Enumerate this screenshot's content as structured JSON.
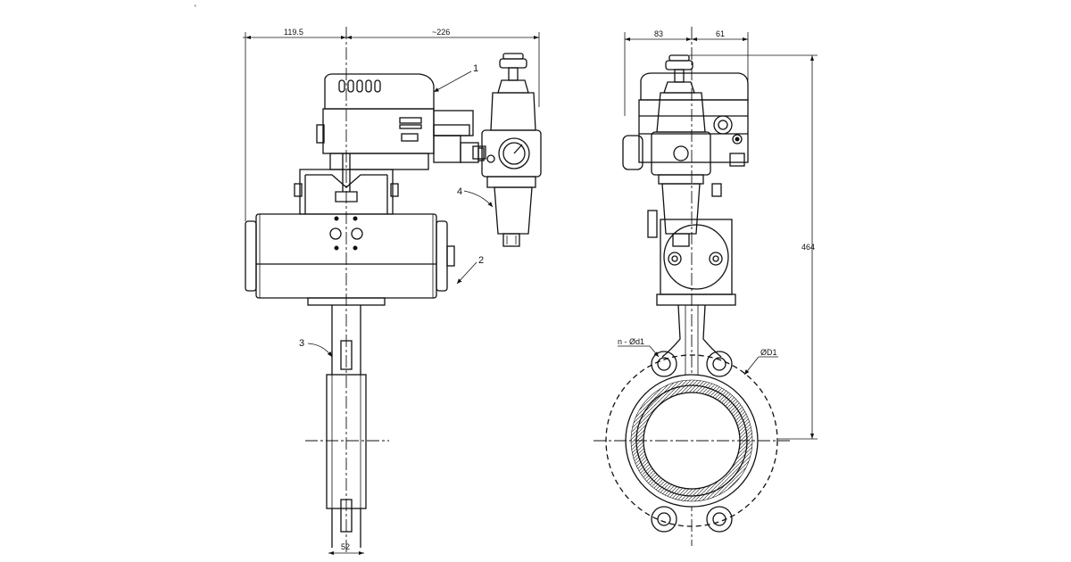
{
  "dimensions": {
    "front_left_width": "119.5",
    "front_right_width": "~226",
    "side_left_width": "83",
    "side_right_width": "61",
    "overall_height": "464",
    "disc_width": "52"
  },
  "callouts": {
    "c1": "1",
    "c2": "2",
    "c3": "3",
    "c4": "4"
  },
  "annotations": {
    "bolt_holes": "n - Ød1",
    "flange_diameter": "ØD1"
  }
}
